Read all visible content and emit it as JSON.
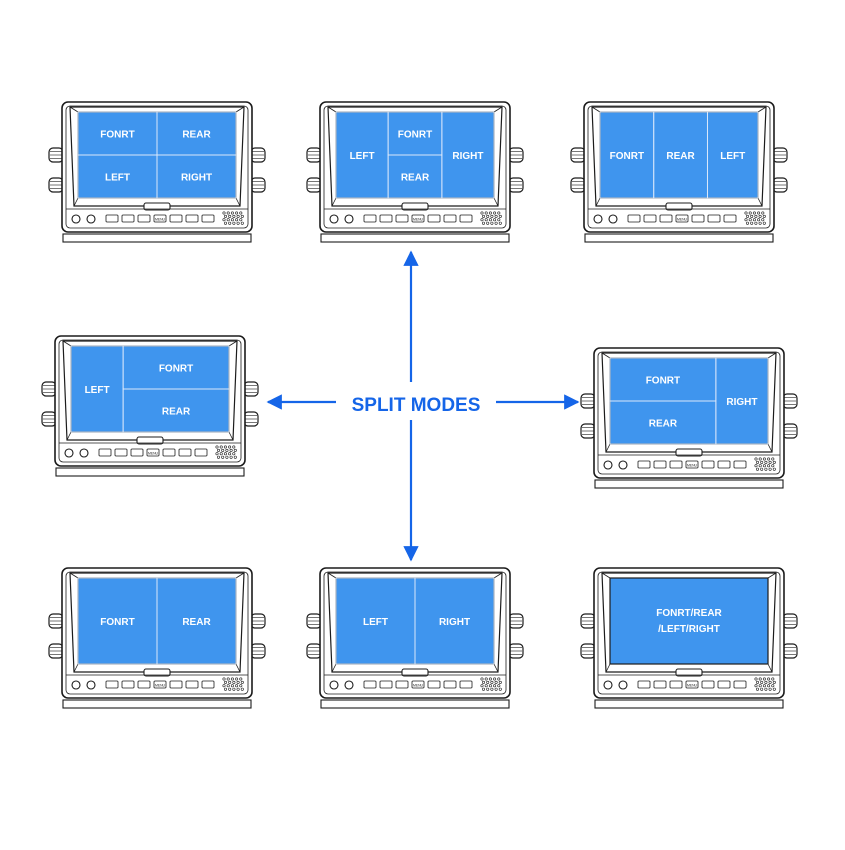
{
  "title": "SPLIT MODES",
  "colors": {
    "screen": "#3f95ee",
    "accent": "#1565e8",
    "outline": "#1c1c1c",
    "divider": "#dbe9fb"
  },
  "monitors": [
    {
      "name": "monitor-quad",
      "labels": [
        "FONRT",
        "REAR",
        "LEFT",
        "RIGHT"
      ]
    },
    {
      "name": "monitor-tri-center",
      "labels": [
        "LEFT",
        "FONRT",
        "REAR",
        "RIGHT"
      ]
    },
    {
      "name": "monitor-triple",
      "labels": [
        "FONRT",
        "REAR",
        "LEFT"
      ]
    },
    {
      "name": "monitor-tri-left",
      "labels": [
        "LEFT",
        "FONRT",
        "REAR"
      ]
    },
    {
      "name": "monitor-tri-right",
      "labels": [
        "FONRT",
        "REAR",
        "RIGHT"
      ]
    },
    {
      "name": "monitor-dual-fr",
      "labels": [
        "FONRT",
        "REAR"
      ]
    },
    {
      "name": "monitor-dual-lr",
      "labels": [
        "LEFT",
        "RIGHT"
      ]
    },
    {
      "name": "monitor-full",
      "labels": [
        "FONRT/REAR",
        "/LEFT/RIGHT"
      ]
    }
  ],
  "menu_label": "MENU",
  "arrow_icons": [
    "arrow-up-icon",
    "arrow-down-icon",
    "arrow-left-icon",
    "arrow-right-icon"
  ]
}
